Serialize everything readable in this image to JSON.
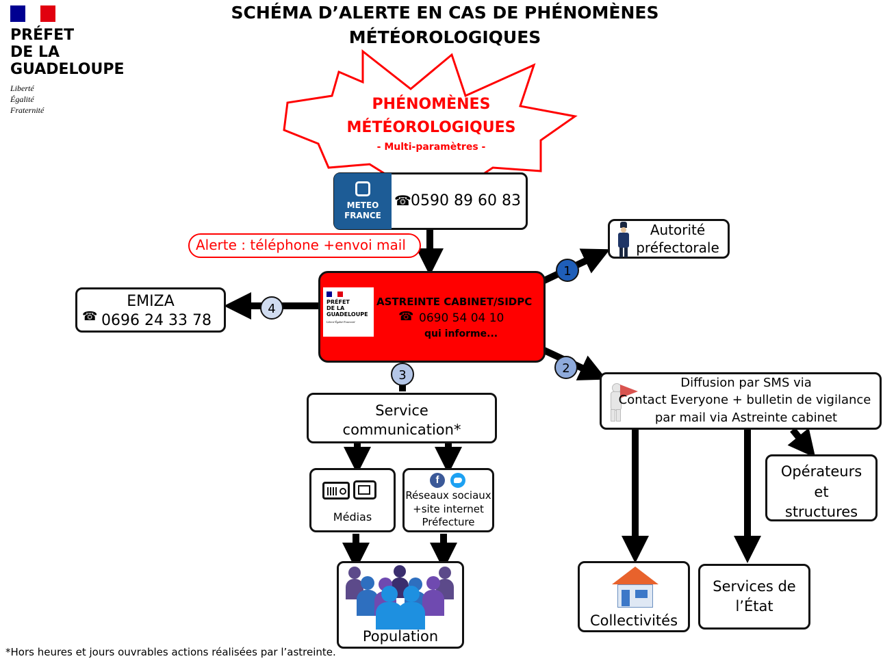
{
  "header": {
    "title_line1": "SCHÉMA D’ALERTE EN CAS DE PHÉNOMÈNES",
    "title_line2": "MÉTÉOROLOGIQUES"
  },
  "logo": {
    "line1": "PRÉFET",
    "line2": "DE LA",
    "line3": "GUADELOUPE",
    "motto1": "Liberté",
    "motto2": "Égalité",
    "motto3": "Fraternité"
  },
  "burst": {
    "line1": "PHÉNOMÈNES",
    "line2": "MÉTÉOROLOGIQUES",
    "line3": "- Multi-paramètres -"
  },
  "meteo": {
    "logo_line1": "METEO",
    "logo_line2": "FRANCE",
    "phone": "0590 89 60 83"
  },
  "alert_label": "Alerte : téléphone +envoi mail",
  "center": {
    "logo_line1": "PRÉFET",
    "logo_line2": "DE LA",
    "logo_line3": "GUADELOUPE",
    "logo_motto": "Liberté Égalité Fraternité",
    "title": "ASTREINTE CABINET/SIDPC",
    "phone": "0690 54 04 10",
    "subtitle": "qui informe..."
  },
  "steps": {
    "s1": "1",
    "s2": "2",
    "s3": "3",
    "s4": "4"
  },
  "autorite": {
    "line1": "Autorité",
    "line2": "préfectorale"
  },
  "emiza": {
    "title": "EMIZA",
    "phone": "0696 24 33 78"
  },
  "sms": {
    "line1": "Diffusion par SMS via",
    "line2": "Contact Everyone + bulletin de vigilance",
    "line3": "par mail via Astreinte cabinet"
  },
  "service": {
    "line1": "Service",
    "line2": "communication*"
  },
  "medias": {
    "label": "Médias"
  },
  "reseaux": {
    "line1": "Réseaux sociaux",
    "line2": "+site internet",
    "line3": "Préfecture"
  },
  "population": {
    "label": "Population"
  },
  "operateurs": {
    "line1": "Opérateurs",
    "line2": "et",
    "line3": "structures"
  },
  "collectivites": {
    "label": "Collectivités"
  },
  "services_etat": {
    "line1": "Services de",
    "line2": "l’État"
  },
  "footnote": "*Hors heures et jours ouvrables actions réalisées par l’astreinte.",
  "colors": {
    "red": "#ff0000",
    "meteo_blue": "#1d5c96",
    "flag_blue": "#000091",
    "flag_red": "#e1000f",
    "circle_blue": "#b4c6e7",
    "circle_dark": "#1f5eb8"
  },
  "icons": [
    "phone-icon",
    "radio-icon",
    "tv-icon",
    "facebook-icon",
    "twitter-icon",
    "megaphone-icon",
    "house-icon",
    "officer-icon",
    "people-icon"
  ]
}
